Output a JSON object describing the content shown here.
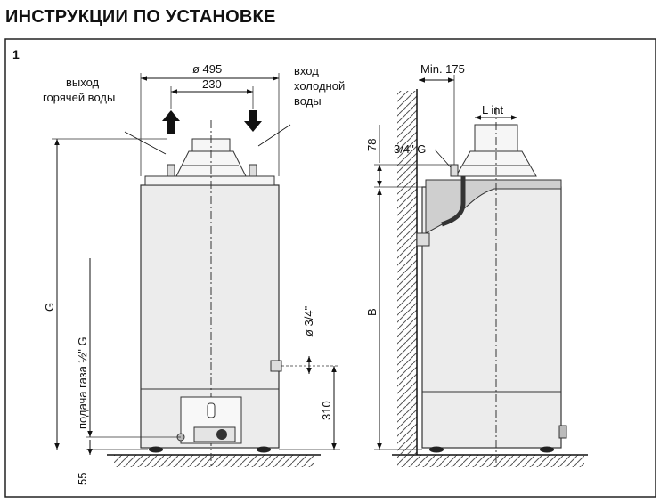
{
  "title": "ИНСТРУКЦИИ ПО УСТАНОВКЕ",
  "figure_number": "1",
  "labels": {
    "diameter_495": "ø 495",
    "width_230": "230",
    "hot_water_line1": "выход",
    "hot_water_line2": "горячей воды",
    "cold_water_line1": "вход",
    "cold_water_line2": "холодной",
    "cold_water_line3": "воды",
    "dim_G": "G",
    "gas_supply": "подача газа ½\" G",
    "dia_3_4": "ø 3/4\"",
    "dim_310": "310",
    "dim_55": "55",
    "min_175": "Min. 175",
    "l_int": "L int",
    "dim_78": "78",
    "thread_3_4_G": "3/4\" G",
    "dim_B": "B"
  }
}
